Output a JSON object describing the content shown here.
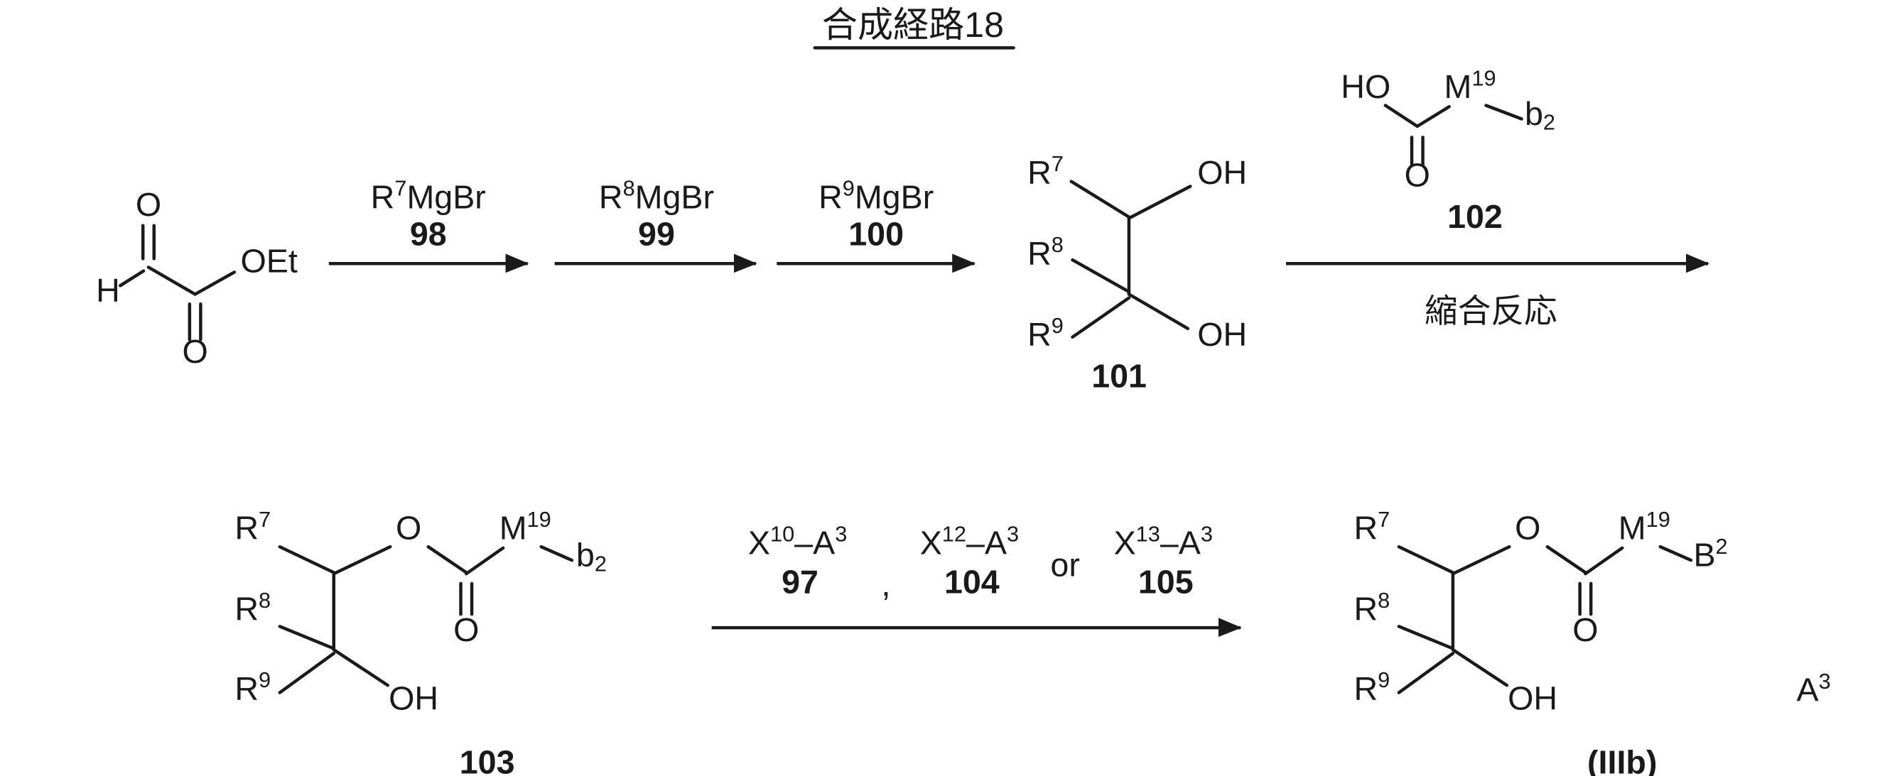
{
  "title": "合成経路18",
  "colors": {
    "ink": "#1a1a1a",
    "background": "#ffffff"
  },
  "start_material": {
    "h_label": "H",
    "o_top_label": "O",
    "oet_label": "OEt",
    "o_bottom_label": "O"
  },
  "steps": [
    {
      "reagent": "R^{7}MgBr",
      "number": "98"
    },
    {
      "reagent": "R^{8}MgBr",
      "number": "99"
    },
    {
      "reagent": "R^{9}MgBr",
      "number": "100"
    }
  ],
  "compound_101": {
    "r7": "R^{7}",
    "oh_top": "OH",
    "r8": "R^{8}",
    "r9": "R^{9}",
    "oh_bottom": "OH",
    "number": "101"
  },
  "reagent_102": {
    "ho": "HO",
    "m19": "M^{19}",
    "b2": "b_{2}",
    "o": "O",
    "number": "102"
  },
  "condensation_condition": "縮合反応",
  "compound_103": {
    "r7": "R^{7}",
    "o_ester": "O",
    "m19": "M^{19}",
    "b2": "b_{2}",
    "o_carbonyl": "O",
    "r8": "R^{8}",
    "r9": "R^{9}",
    "oh": "OH",
    "number": "103"
  },
  "coupling_step": {
    "reagent1": "X^{10}–A^{3}",
    "number1": "97",
    "separator": ",",
    "reagent2": "X^{12}–A^{3}",
    "number2": "104",
    "or_label": "or",
    "reagent3": "X^{13}–A^{3}",
    "number3": "105"
  },
  "product_IIIb": {
    "r7": "R^{7}",
    "o_ester": "O",
    "m19": "M^{19}",
    "b2": "B^{2}",
    "o_carbonyl": "O",
    "r8": "R^{8}",
    "r9": "R^{9}",
    "oh": "OH",
    "a3": "A^{3}",
    "number": "(IIIb)"
  }
}
